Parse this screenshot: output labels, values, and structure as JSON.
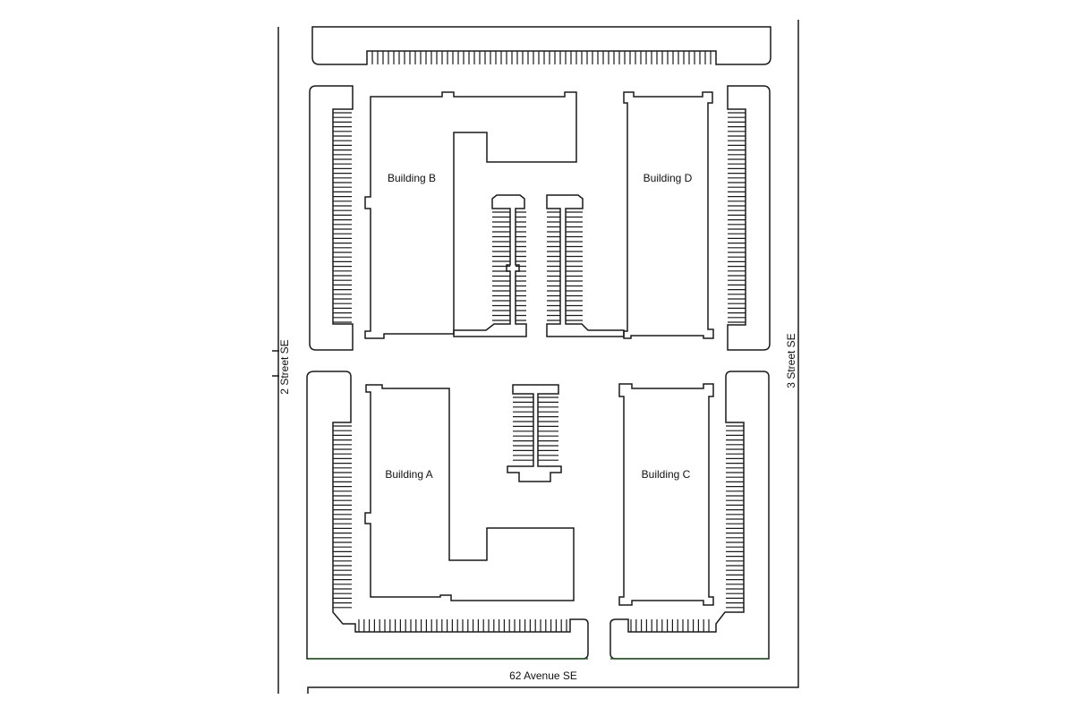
{
  "streets": {
    "west": "2 Street SE",
    "east": "3 Street SE",
    "south": "62 Avenue SE"
  },
  "buildings": {
    "a": "Building A",
    "b": "Building B",
    "c": "Building C",
    "d": "Building D"
  },
  "colors": {
    "line": "#1a1a1a",
    "background": "#ffffff",
    "curb_accent": "#2e5e2e"
  }
}
